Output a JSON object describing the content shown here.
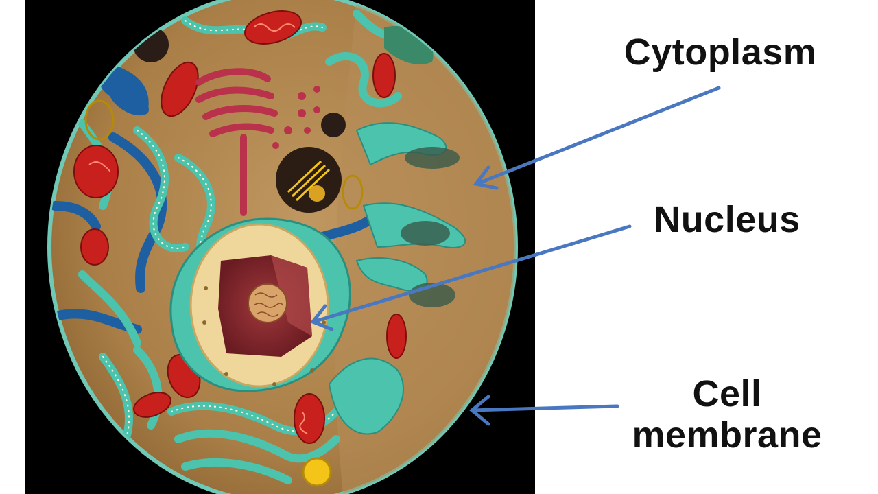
{
  "labels": {
    "cytoplasm": "Cytoplasm",
    "nucleus": "Nucleus",
    "cell_line1": "Cell",
    "cell_line2": "membrane"
  },
  "colors": {
    "background": "#ffffff",
    "photo_background": "#000000",
    "cytoplasm": "#b78c52",
    "membrane_edge": "#6fc9b6",
    "er_teal": "#4cc3ad",
    "er_blue": "#1d5fa0",
    "mitochondria": "#c8201c",
    "nucleus_envelope": "#efd69a",
    "nucleus_inner": "#8c2a2f",
    "golgi": "#b9314a",
    "vesicle_yellow": "#f4c518",
    "arrow": "#4a78c0",
    "text": "#111111"
  },
  "icons": [
    "arrow-cytoplasm",
    "arrow-nucleus",
    "arrow-cell-membrane"
  ]
}
